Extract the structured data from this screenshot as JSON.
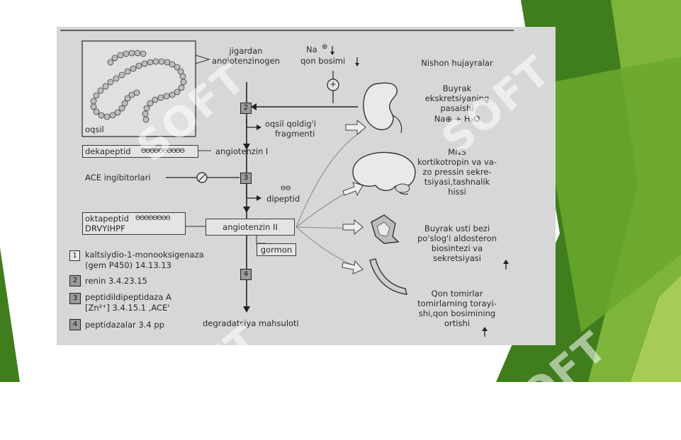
{
  "watermark": "SOFT",
  "top": {
    "liver_line1": "jigardan",
    "liver_line2": "angiotenzinogen",
    "na_label": "Na",
    "bp_label": "qon bosimi",
    "plus_sign": "+"
  },
  "left": {
    "protein_label": "oqsil",
    "decapeptide": "dekapeptid",
    "decapeptide_beads": "ΘΘΘΘΘΘΘΘΘΘ",
    "ace_inhibitors": "ACE ingibitorlari",
    "octapeptide": "oktapeptid",
    "octapeptide_beads": "ΘΘΘΘΘΘΘΘ",
    "octapeptide_seq": "DRVYIHPF"
  },
  "center": {
    "step2": "2",
    "protein_residue_1": "oqsil qoldig'i",
    "protein_residue_2": "fragmenti",
    "angiotensin1": "angiotenzin I",
    "step3": "3",
    "dipeptide_beads": "ΘΘ",
    "dipeptide": "dipeptid",
    "angiotensin2": "angiotenzin II",
    "hormone": "gormon",
    "step4": "4",
    "degradation": "degradatsiya mahsuloti"
  },
  "legend": [
    {
      "num": "1",
      "line1": "kaltsiydio-1-monooksigenaza",
      "line2": "(gem P450)  14.13.13"
    },
    {
      "num": "2",
      "line1": "renin  3.4.23.15",
      "line2": ""
    },
    {
      "num": "3",
      "line1": "peptidildipeptidaza A",
      "line2": "[Zn²⁺]    3.4.15.1  ,ACE'"
    },
    {
      "num": "4",
      "line1": "peptidazalar 3.4 pp",
      "line2": ""
    }
  ],
  "right": {
    "targets_title": "Nishon hujayralar",
    "kidney": [
      "Buyrak",
      "ekskretsiyaning",
      "pasaishi",
      "Na⊕ + H₂O"
    ],
    "cns": [
      "MNS",
      "kortikotropin va va-",
      "zo pressin sekre-",
      "tsiyasi,tashnalik",
      "hissi"
    ],
    "adrenal": [
      "Buyrak usti bezi",
      "po'slog'i aldosteron",
      "biosintezi va",
      "sekretsiyasi"
    ],
    "vessels": [
      "Qon tomirlar",
      "tomirlarning torayi-",
      "shi,qon bosimining",
      "ortishi"
    ]
  },
  "colors": {
    "background": "#ffffff",
    "scan_gray": "#d7d7d7",
    "green_dark": "#3f7d1d",
    "green_mid": "#6aa82e",
    "green_light": "#97c44a"
  }
}
